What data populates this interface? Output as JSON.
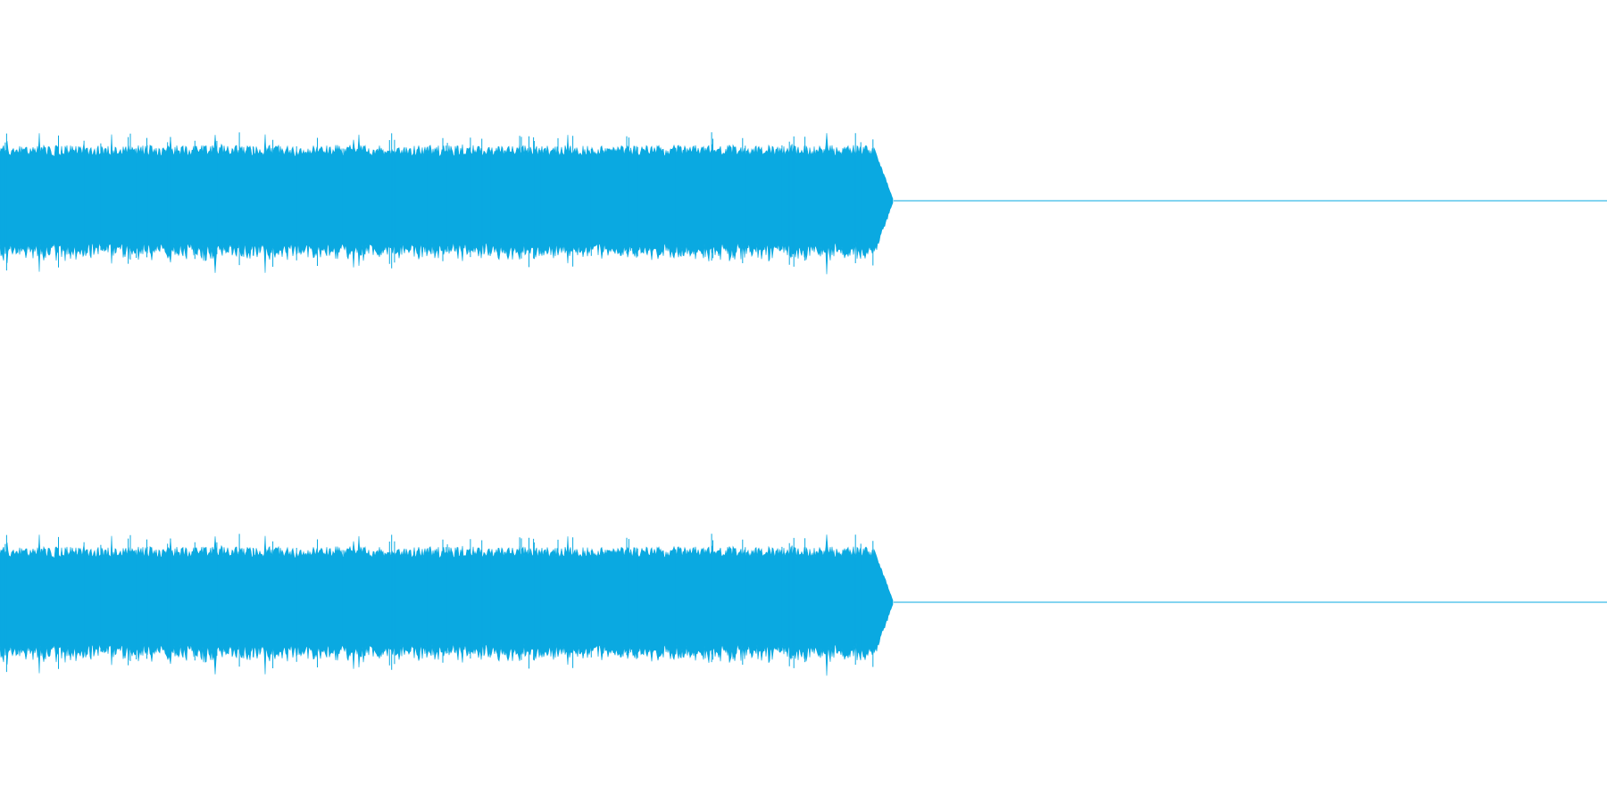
{
  "chart_data": {
    "type": "area",
    "title": "",
    "xlabel": "",
    "ylabel": "",
    "grid": false,
    "legend": "none",
    "color": "#0aa9e1",
    "x_range": [
      0,
      1
    ],
    "y_range": [
      -1,
      1
    ],
    "channels": [
      {
        "name": "",
        "signal_end": 0.545,
        "fade_end": 0.556,
        "amplitude_typical": 0.28,
        "amplitude_peak": 0.38,
        "silence_line": true
      },
      {
        "name": "",
        "signal_end": 0.545,
        "fade_end": 0.556,
        "amplitude_typical": 0.28,
        "amplitude_peak": 0.38,
        "silence_line": true
      }
    ]
  }
}
